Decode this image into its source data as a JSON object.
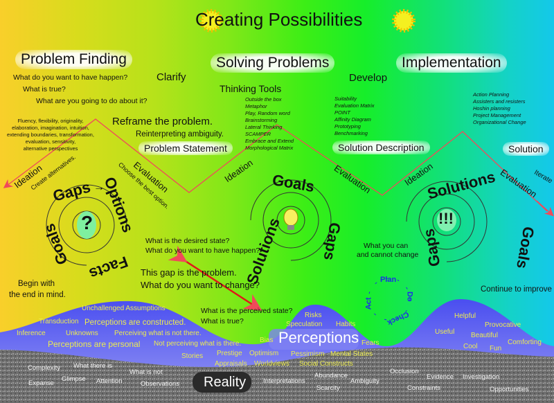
{
  "title": "Creating Possibilities",
  "headers": {
    "problem_finding": "Problem Finding",
    "solving_problems": "Solving Problems",
    "implementation": "Implementation"
  },
  "stages": {
    "clarify": "Clarify",
    "develop": "Develop",
    "thinking_tools": "Thinking Tools"
  },
  "problem_questions": [
    "What do you want to have happen?",
    "What is true?",
    "What are you going to do about it?"
  ],
  "qualities": [
    "Fluency, flexibility, originality,",
    "elaboration, imagination, intuition,",
    "extending boundaries, transformation,",
    "evaluation, sensitivity,",
    "alternative perspectives"
  ],
  "reframe": {
    "main": "Reframe the problem.",
    "sub": "Reinterpreting ambiguity."
  },
  "outputs": {
    "problem_statement": "Problem Statement",
    "solution_description": "Solution Description",
    "solution": "Solution"
  },
  "thinking_tools": [
    "Outside the box",
    "Metaphor",
    "Play, Random word",
    "Brainstorming",
    "Lateral Thinking",
    "SCAMPER",
    "Embrace and Extend",
    "Morphological Matrix"
  ],
  "develop_tools": [
    "Suitability",
    "Evaluation Matrix",
    "POINT",
    "Affinity Diagram",
    "Prototyping",
    "Benchmarking"
  ],
  "implementation_tools": [
    "Action Planning",
    "Assisters and resisters",
    "Hoshin planning",
    "Project Management",
    "Organizational Change"
  ],
  "cycle1": {
    "ideation": "Ideation",
    "ideation_sub": "Create alternatives.",
    "gaps": "Gaps",
    "options": "Options",
    "evaluation": "Evaluation",
    "evaluation_sub": "Choose the best option.",
    "facts": "Facts",
    "goals": "Goals",
    "center": "?"
  },
  "cycle2": {
    "ideation": "Ideation",
    "goals": "Goals",
    "evaluation": "Evaluation",
    "gaps": "Gaps",
    "solutions": "Solutions"
  },
  "cycle3": {
    "ideation": "Ideation",
    "solutions": "Solutions",
    "evaluation": "Evaluation",
    "goals": "Goals",
    "gaps": "Gaps",
    "center": "!!!"
  },
  "notes": {
    "desired": [
      "What is the desired state?",
      "What do you want to have happen?"
    ],
    "gap": [
      "This gap is the problem.",
      "What do you want to change?"
    ],
    "begin": [
      "Begin with",
      "the end in mind."
    ],
    "perceived": [
      "What is the perceived state?",
      "What is true?"
    ],
    "change": [
      "What you can",
      "and cannot change"
    ],
    "improve": "Continue to improve",
    "iterate": "Iterate"
  },
  "pdca": {
    "plan": "Plan",
    "do": "Do",
    "check": "Check",
    "act": "Act"
  },
  "perceptions": {
    "label": "Perceptions",
    "words": [
      "Unchallenged Assumptions",
      "Transduction",
      "Perceptions are constructed.",
      "Inference",
      "Unknowns",
      "Perceiving what is not there.",
      "Perceptions are personal",
      "Not perceiving what is there.",
      "Stories",
      "Prestige",
      "Appraisals",
      "Bias",
      "Optimism",
      "Worldviews",
      "Risks",
      "Speculation",
      "Habits",
      "Fears",
      "Pessimism",
      "Mental States",
      "Social Constructs",
      "Helpful",
      "Provocative",
      "Useful",
      "Beautiful",
      "Cool",
      "Fun",
      "Comforting"
    ]
  },
  "reality": {
    "label": "Reality",
    "words": [
      "Complexity",
      "What there is",
      "What is not",
      "Expanse",
      "Glimpse",
      "Attention",
      "Observations",
      "Interpretations",
      "Abundance",
      "Scarcity",
      "Ambiguity",
      "Occlusion",
      "Constraints",
      "Evidence",
      "Investigation",
      "Opportunities"
    ]
  },
  "colors": {
    "line": "#f04a5a",
    "perception_text": "#ecec50",
    "pdca": "#1c2ee6",
    "hill": "#7072ee"
  }
}
